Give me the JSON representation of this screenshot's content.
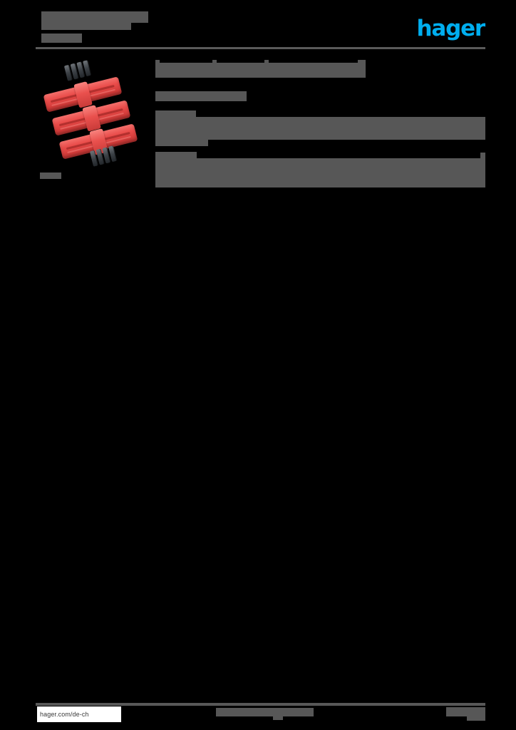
{
  "document": {
    "type": "product-datasheet",
    "page_background": "#000000",
    "redaction_color": "#575757",
    "brand_color": "#00aeef"
  },
  "header": {
    "title_line_1": "",
    "title_line_2": "",
    "subtitle_line": "",
    "logo_text": "hager",
    "divider": true
  },
  "product": {
    "image_alt": "three red wall plugs with screws",
    "plug_color": "#e94b49",
    "screw_color": "#3c4146",
    "caption": ""
  },
  "content": {
    "title": "",
    "subtitle": "",
    "rows": [
      {
        "label": "",
        "value": "",
        "note": ""
      },
      {
        "label": "",
        "value": ""
      }
    ]
  },
  "footer": {
    "url": "hager.com/de-ch",
    "center_text": "",
    "center_subtext": "",
    "right_text": "",
    "right_subtext": ""
  }
}
